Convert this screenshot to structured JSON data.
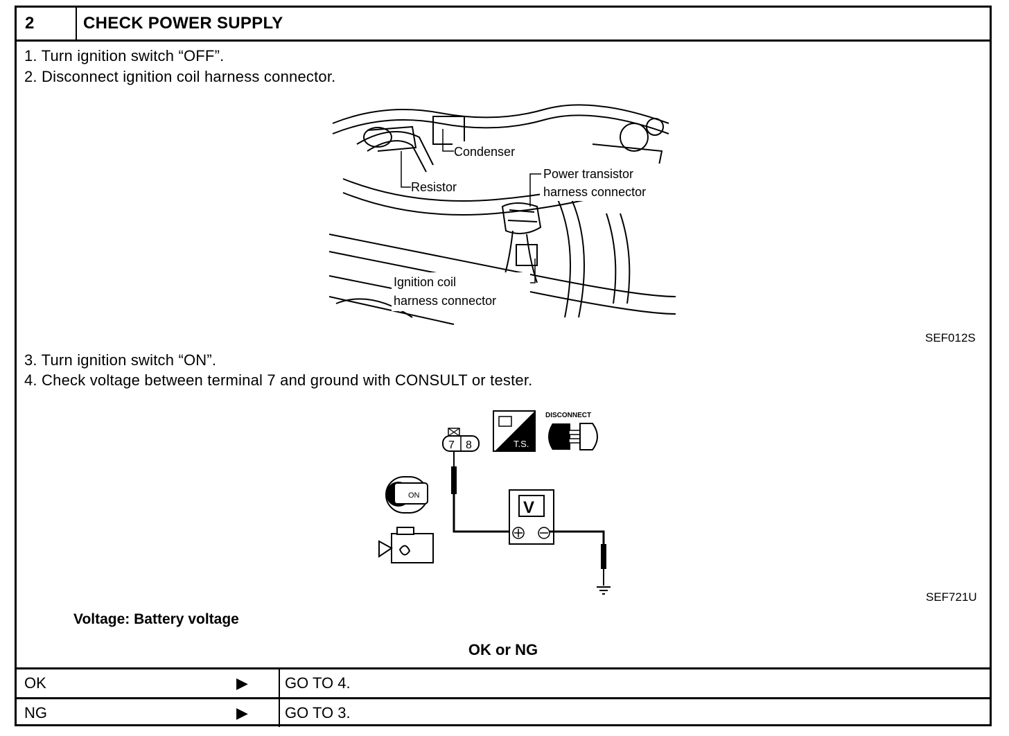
{
  "step": {
    "number": "2",
    "title": "CHECK POWER SUPPLY"
  },
  "instructions_a": [
    "1.  Turn ignition switch “OFF”.",
    "2.  Disconnect ignition coil harness connector."
  ],
  "figure1": {
    "code": "SEF012S",
    "labels": {
      "condenser": "Condenser",
      "resistor": "Resistor",
      "pt_line1": "Power transistor",
      "pt_line2": "harness connector",
      "ic_line1": "Ignition coil",
      "ic_line2": "harness connector"
    }
  },
  "instructions_b": [
    "3.  Turn ignition switch “ON”.",
    "4.  Check voltage between terminal 7 and ground with CONSULT or tester."
  ],
  "figure2": {
    "code": "SEF721U",
    "terminal_a": "7",
    "terminal_b": "8",
    "meter": "V",
    "ts_label": "T.S.",
    "disconnect_label": "DISCONNECT",
    "key_label": "ON"
  },
  "spec": "Voltage: Battery voltage",
  "result_heading": "OK or NG",
  "results": [
    {
      "label": "OK",
      "arrow": "▶",
      "action": "GO TO 4."
    },
    {
      "label": "NG",
      "arrow": "▶",
      "action": "GO TO 3."
    }
  ]
}
